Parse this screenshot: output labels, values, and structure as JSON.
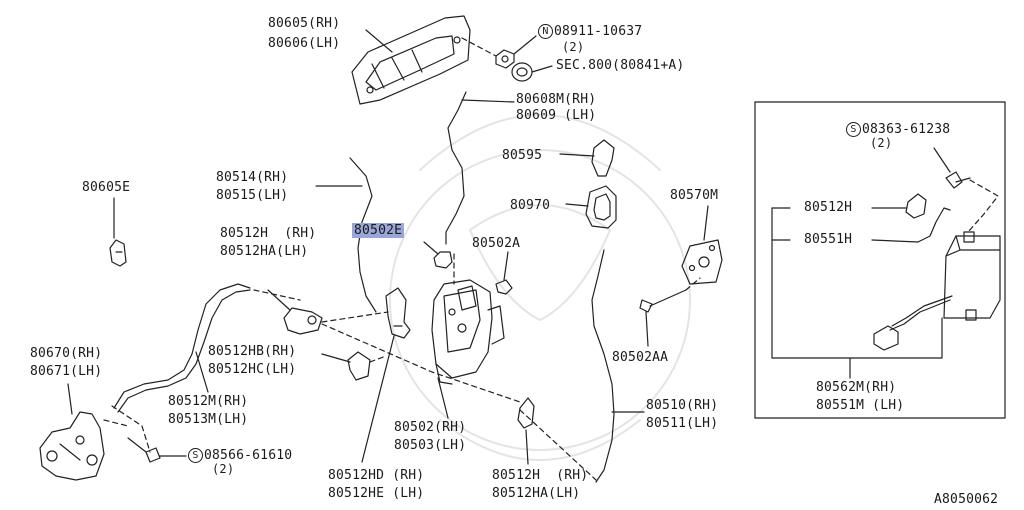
{
  "diagram_id": "A8050062",
  "highlight_color": "#9aa6d8",
  "callouts": {
    "handle": [
      "80605(RH)",
      "80606(LH)"
    ],
    "nut_code": "N",
    "nut": "08911-10637",
    "nut_qty": "(2)",
    "sec": "SEC.800(80841+A)",
    "rod1": [
      "80608M(RH)",
      "80609 (LH)"
    ],
    "p80595": "80595",
    "p80970": "80970",
    "p80570M": "80570M",
    "p80502A": "80502A",
    "p80502AA": "80502AA",
    "p80605E": "80605E",
    "rod2": [
      "80514(RH)",
      "80515(LH)"
    ],
    "p80502E": "80502E",
    "clip1": [
      "80512H  (RH)",
      "80512HA(LH)"
    ],
    "actuator": [
      "80670(RH)",
      "80671(LH)"
    ],
    "clip2": [
      "80512HB(RH)",
      "80512HC(LH)"
    ],
    "cable": [
      "80512M(RH)",
      "80513M(LH)"
    ],
    "screw_code": "S",
    "screw": "08566-61610",
    "screw_qty": "(2)",
    "latch": [
      "80502(RH)",
      "80503(LH)"
    ],
    "rod3": [
      "80510(RH)",
      "80511(LH)"
    ],
    "clip3": [
      "80512HD (RH)",
      "80512HE (LH)"
    ],
    "clip4": [
      "80512H  (RH)",
      "80512HA(LH)"
    ],
    "inset_screw_code": "S",
    "inset_screw": "08363-61238",
    "inset_screw_qty": "(2)",
    "inset_clip": "80512H",
    "inset_rod": "80551H",
    "inset_unit": [
      "80562M(RH)",
      "80551M (LH)"
    ]
  }
}
